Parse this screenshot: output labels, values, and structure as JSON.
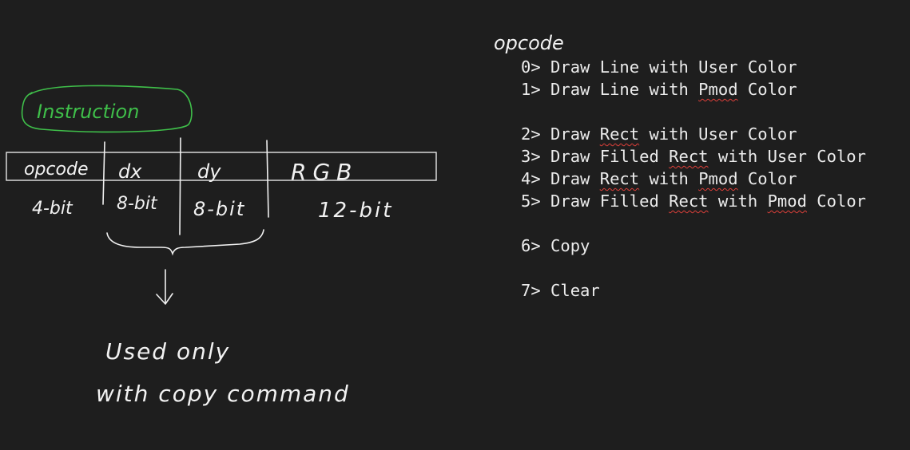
{
  "colors": {
    "background": "#1e1e1e",
    "handwriting_green": "#3fbf4a",
    "handwriting_white": "#f2f2f2",
    "spellcheck_underline": "#e0403a"
  },
  "diagram": {
    "title": "Instruction",
    "fields": [
      {
        "name": "opcode",
        "width": "4-bit"
      },
      {
        "name": "dx",
        "width": "8-bit"
      },
      {
        "name": "dy",
        "width": "8-bit"
      },
      {
        "name": "RGB",
        "width": "12-bit"
      }
    ],
    "note_line1": "Used only",
    "note_line2": "with copy command"
  },
  "opcodes": {
    "heading": "opcode",
    "items": [
      {
        "num": "0",
        "sep": "> ",
        "parts": [
          {
            "t": "Draw Line with User Color",
            "sq": false
          }
        ]
      },
      {
        "num": "1",
        "sep": "> ",
        "parts": [
          {
            "t": "Draw Line with ",
            "sq": false
          },
          {
            "t": "Pmod",
            "sq": true
          },
          {
            "t": " Color",
            "sq": false
          }
        ]
      },
      {
        "spacer": true
      },
      {
        "num": "2",
        "sep": "> ",
        "parts": [
          {
            "t": "Draw ",
            "sq": false
          },
          {
            "t": "Rect",
            "sq": true
          },
          {
            "t": " with User Color",
            "sq": false
          }
        ]
      },
      {
        "num": "3",
        "sep": "> ",
        "parts": [
          {
            "t": "Draw Filled ",
            "sq": false
          },
          {
            "t": "Rect",
            "sq": true
          },
          {
            "t": " with User Color",
            "sq": false
          }
        ]
      },
      {
        "num": "4",
        "sep": "> ",
        "parts": [
          {
            "t": "Draw ",
            "sq": false
          },
          {
            "t": "Rect",
            "sq": true
          },
          {
            "t": " with ",
            "sq": false
          },
          {
            "t": "Pmod",
            "sq": true
          },
          {
            "t": " Color",
            "sq": false
          }
        ]
      },
      {
        "num": "5",
        "sep": "> ",
        "parts": [
          {
            "t": "Draw Filled ",
            "sq": false
          },
          {
            "t": "Rect",
            "sq": true
          },
          {
            "t": " with ",
            "sq": false
          },
          {
            "t": "Pmod",
            "sq": true
          },
          {
            "t": " Color",
            "sq": false
          }
        ]
      },
      {
        "spacer": true
      },
      {
        "num": "6",
        "sep": "> ",
        "parts": [
          {
            "t": "Copy",
            "sq": false
          }
        ]
      },
      {
        "spacer": true
      },
      {
        "num": "7",
        "sep": "> ",
        "parts": [
          {
            "t": "Clear",
            "sq": false
          }
        ]
      }
    ]
  }
}
